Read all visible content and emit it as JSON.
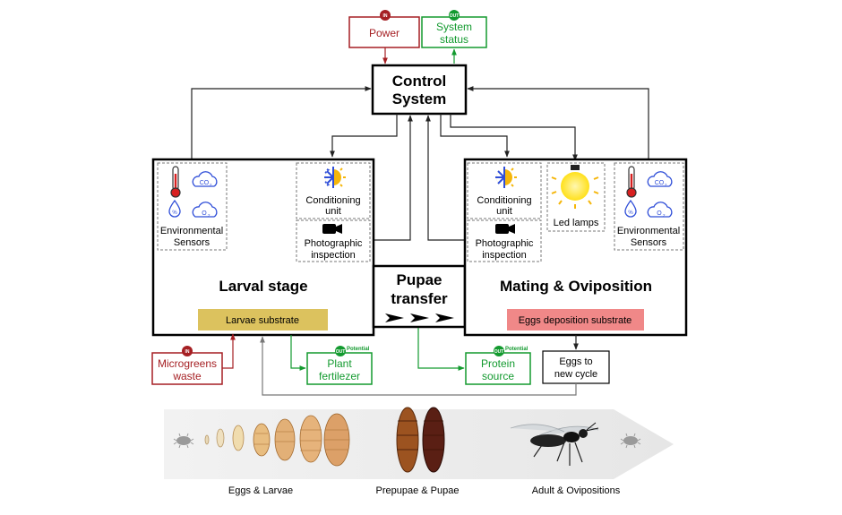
{
  "top": {
    "power": {
      "badge": "IN",
      "label": "Power"
    },
    "status": {
      "badge": "OUT",
      "line1": "System",
      "line2": "status"
    }
  },
  "control": {
    "line1": "Control",
    "line2": "System"
  },
  "larval": {
    "title": "Larval stage",
    "sensors_line1": "Environmental",
    "sensors_line2": "Sensors",
    "co2": "CO",
    "co2_sub": "2",
    "o2": "O",
    "o2_sub": "2",
    "cond_line1": "Conditioning",
    "cond_line2": "unit",
    "photo_line1": "Photographic",
    "photo_line2": "inspection",
    "substrate": "Larvae substrate"
  },
  "pupae": {
    "line1": "Pupae",
    "line2": "transfer"
  },
  "mating": {
    "title": "Mating & Oviposition",
    "cond_line1": "Conditioning",
    "cond_line2": "unit",
    "photo_line1": "Photographic",
    "photo_line2": "inspection",
    "led": "Led lamps",
    "sensors_line1": "Environmental",
    "sensors_line2": "Sensors",
    "co2": "CO",
    "co2_sub": "2",
    "o2": "O",
    "o2_sub": "2",
    "substrate": "Eggs deposition substrate"
  },
  "outputs": {
    "microgreens": {
      "badge": "IN",
      "line1": "Microgreens",
      "line2": "waste"
    },
    "fertilizer": {
      "badge": "OUT",
      "tag": "Potential",
      "line1": "Plant",
      "line2": "fertilezer"
    },
    "protein": {
      "badge": "OUT",
      "tag": "Potential",
      "line1": "Protein",
      "line2": "source"
    },
    "eggs": {
      "line1": "Eggs to",
      "line2": "new cycle"
    }
  },
  "lifecycle": {
    "labels": [
      "Eggs & Larvae",
      "Prepupae & Pupae",
      "Adult & Ovipositions"
    ]
  },
  "colors": {
    "in_red": "#a51f23",
    "out_green": "#139a2f",
    "larvae_substrate": "#dcc25e",
    "eggs_substrate": "#f08888",
    "frost_blue": "#2f4ed8",
    "sun_yellow": "#f5b60a",
    "bulb_yellow": "#ffe01a",
    "arrow_band": "#ededed"
  }
}
